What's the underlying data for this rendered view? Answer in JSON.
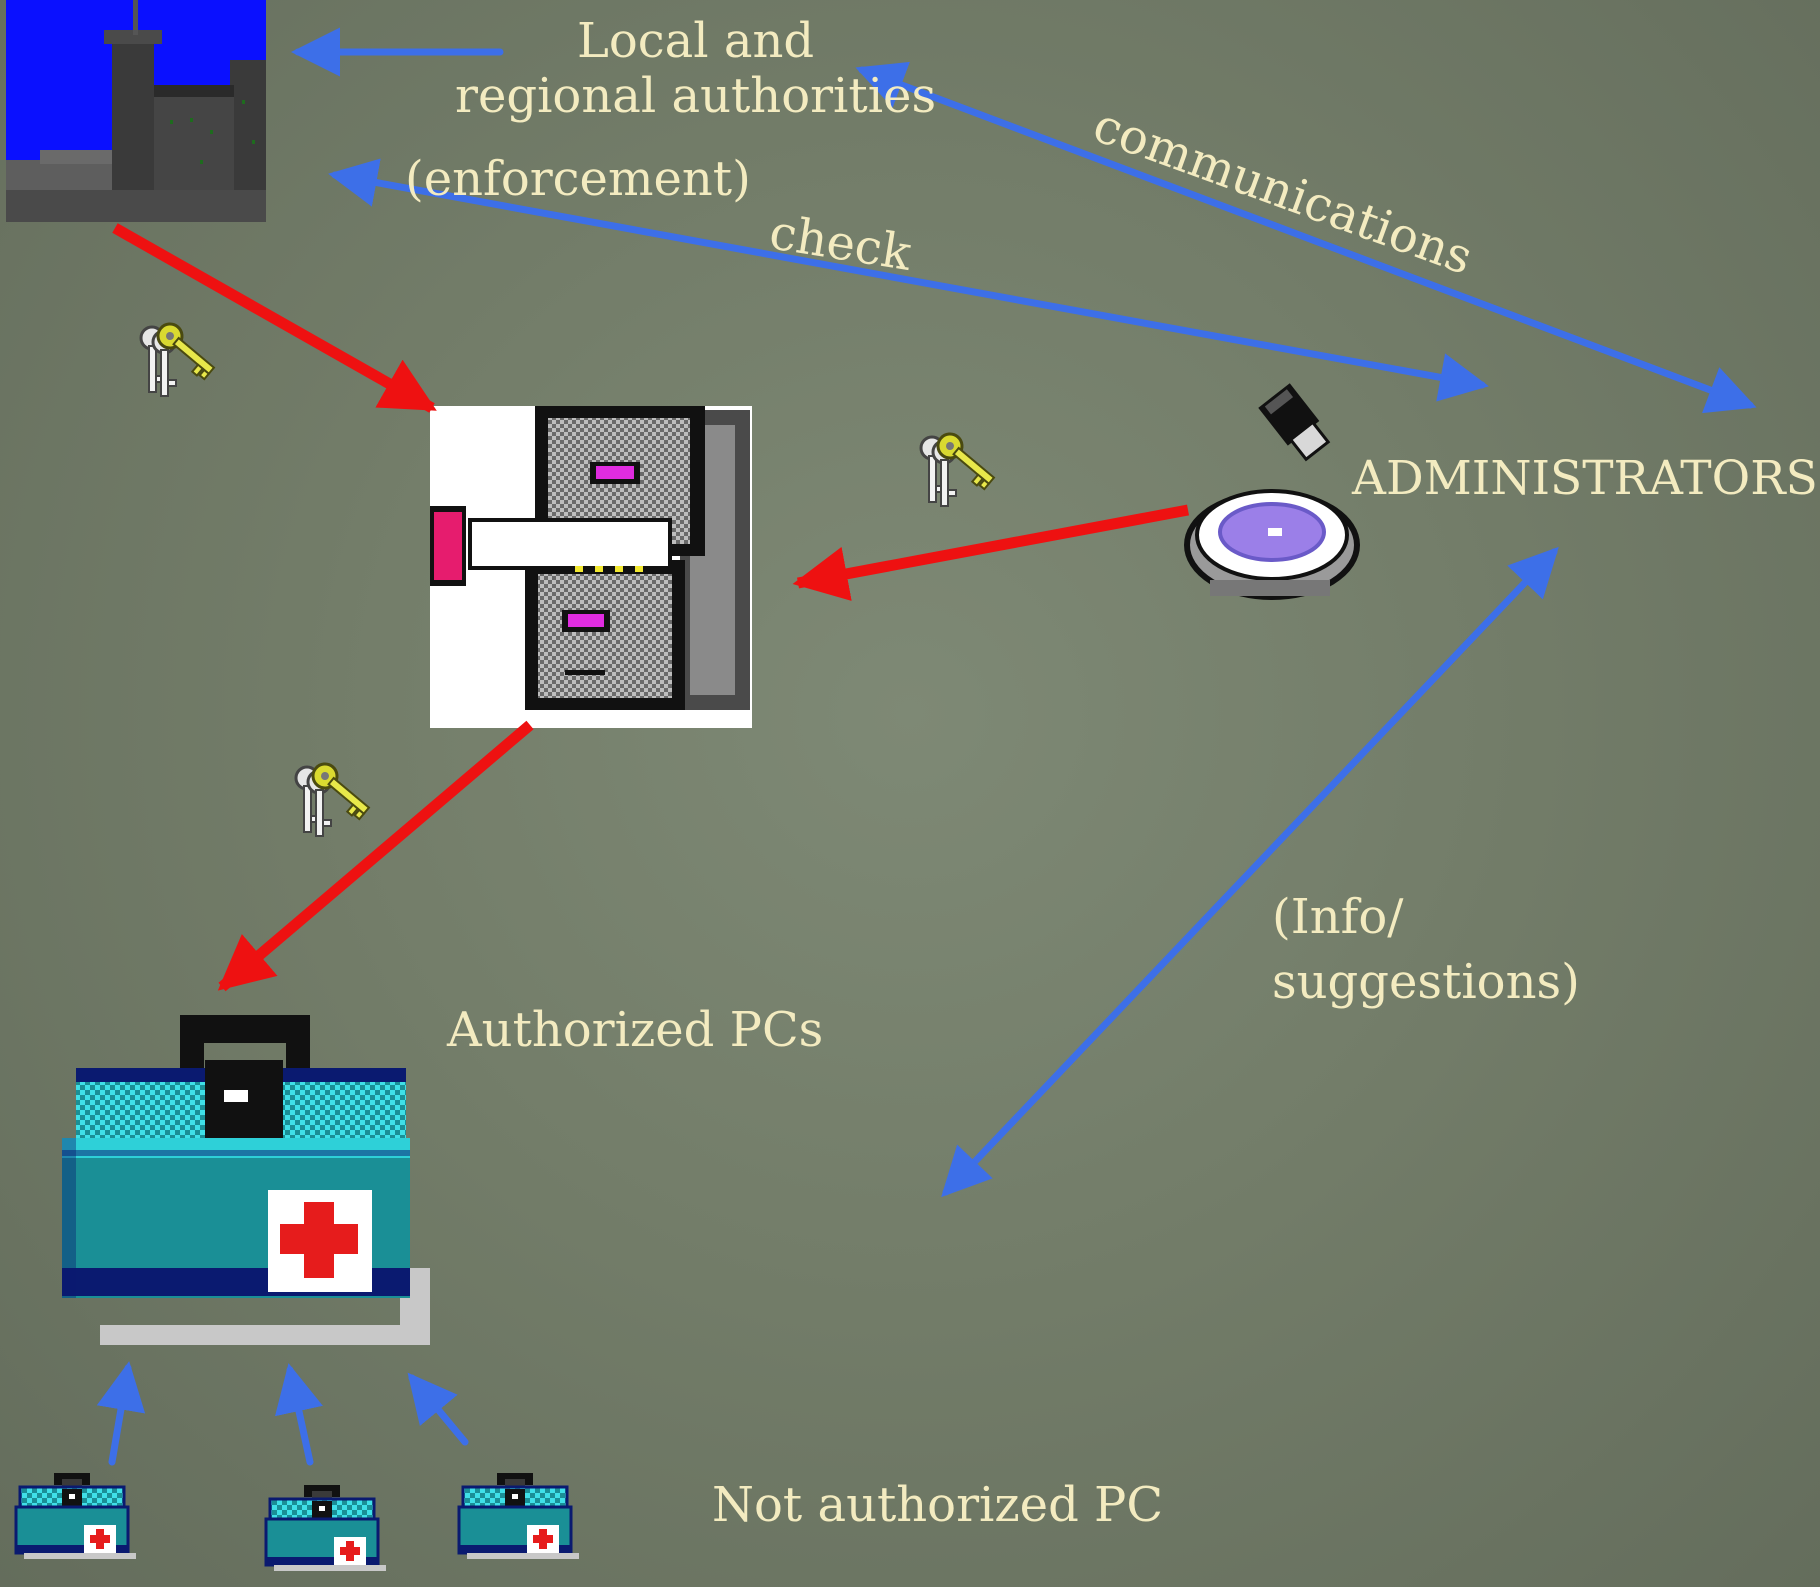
{
  "labels": {
    "authorities": "Local and\nregional authorities",
    "enforcement": "(enforcement)",
    "check": "check",
    "communications": "communications",
    "administrators": "ADMINISTRATORS",
    "info": "(Info/\nsuggestions)",
    "authorized": "Authorized PCs",
    "not_authorized": "Not authorized PC"
  },
  "colors": {
    "background": "#737d69",
    "text": "#f3ebc0",
    "blue_arrow": "#3d6fe8",
    "red_arrow": "#ee1111"
  },
  "icons": {
    "authorities": "castle-icon",
    "database": "file-cabinet-icon",
    "administrators": "magnifier-icon",
    "keys": "keys-icon",
    "authorized_pc": "medical-kit-icon",
    "not_authorized_pc": "small-medical-kit-icon"
  }
}
